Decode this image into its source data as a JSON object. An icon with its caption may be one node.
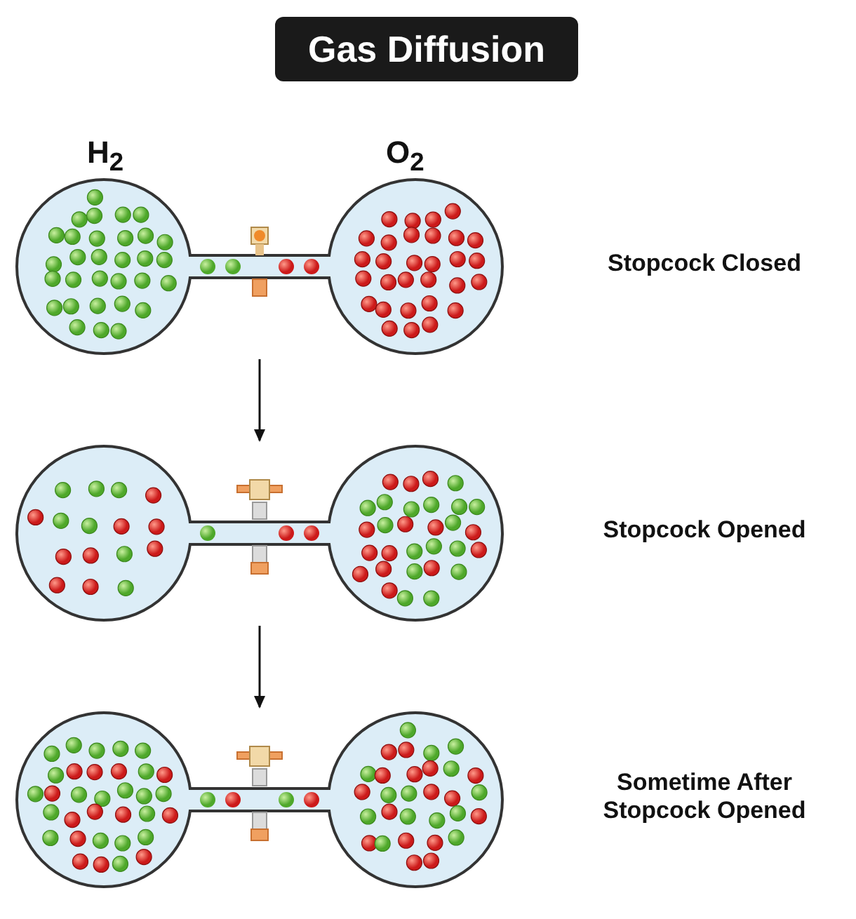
{
  "diagram": {
    "title": "Gas Diffusion",
    "nodes": [
      {
        "text": [],
        "shape": "picture"
      },
      {
        "text": [],
        "shape": "picture"
      },
      {
        "text": [],
        "shape": "picture"
      }
    ],
    "edges": [
      {
        "from": 0,
        "to": 1,
        "arrow": "to"
      },
      {
        "from": 1,
        "to": 2,
        "arrow": "to"
      }
    ],
    "labels": [
      "H$_{2}$",
      "O$_{2}$",
      "Stopcock Closed",
      "Stopcock Opened",
      "Sometime After Stopcock Opened"
    ]
  }
}
